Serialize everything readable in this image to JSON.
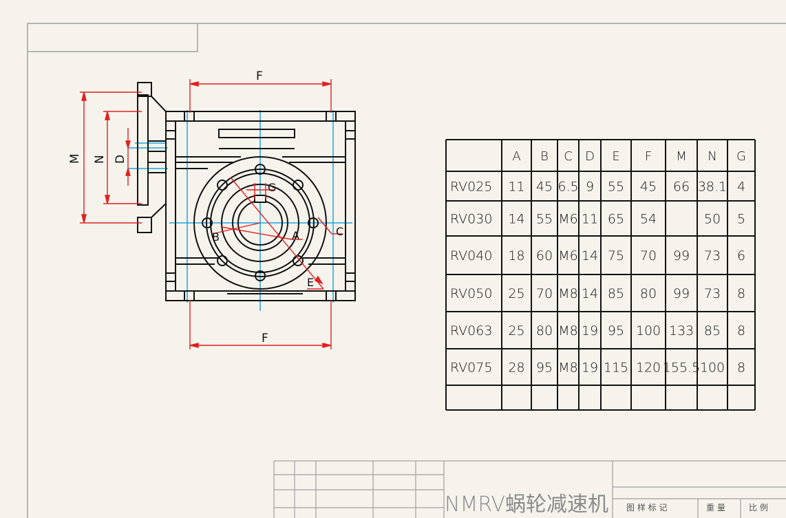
{
  "drawing": {
    "dimension_labels": {
      "F_top": "F",
      "F_bottom": "F",
      "M": "M",
      "N": "N",
      "D": "D",
      "G": "G",
      "A": "A",
      "B": "B",
      "C": "C",
      "E": "E"
    }
  },
  "table": {
    "headers": [
      "",
      "A",
      "B",
      "C",
      "D",
      "E",
      "F",
      "M",
      "N",
      "G"
    ],
    "rows": [
      [
        "RV025",
        "11",
        "45",
        "6.5",
        "9",
        "55",
        "45",
        "66",
        "38.1",
        "4"
      ],
      [
        "RV030",
        "14",
        "55",
        "M6",
        "11",
        "65",
        "54",
        "",
        "50",
        "5"
      ],
      [
        "RV040",
        "18",
        "60",
        "M6",
        "14",
        "75",
        "70",
        "99",
        "73",
        "6"
      ],
      [
        "RV050",
        "25",
        "70",
        "M8",
        "14",
        "85",
        "80",
        "99",
        "73",
        "8"
      ],
      [
        "RV063",
        "25",
        "80",
        "M8",
        "19",
        "95",
        "100",
        "133",
        "85",
        "8"
      ],
      [
        "RV075",
        "28",
        "95",
        "M8",
        "19",
        "115",
        "120",
        "155.5",
        "100",
        "8"
      ]
    ]
  },
  "title_block": {
    "title": "NMRV蜗轮减速机",
    "labels": [
      "图 样 标 记",
      "重 量",
      "比 例"
    ]
  },
  "colors": {
    "outline": "#111111",
    "dimension": "#e02020",
    "centerline": "#1aa7e0",
    "frame": "#b5b5b5"
  }
}
